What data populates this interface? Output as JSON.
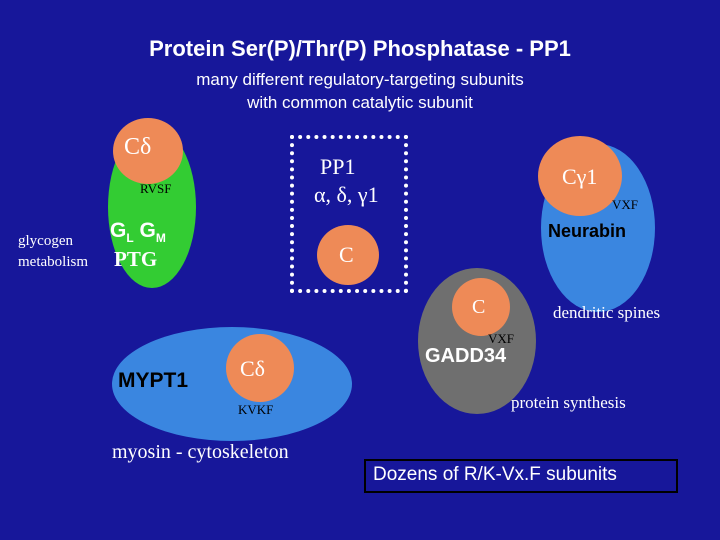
{
  "title": "Protein Ser(P)/Thr(P) Phosphatase -  PP1",
  "subtitle_line1": "many different regulatory-targeting subunits",
  "subtitle_line2": "with common catalytic subunit",
  "catalytic": {
    "name": "PP1",
    "isoforms": "α, δ, γ1",
    "label": "C"
  },
  "glycogen_group": {
    "c_label": "Cδ",
    "motif": "RVSF",
    "gl": "G",
    "gl_sub": "L",
    "gm": "G",
    "gm_sub": "M",
    "ptg": "PTG",
    "context_line1": "glycogen",
    "context_line2": "metabolism"
  },
  "neurabin_group": {
    "c_label": "Cγ1",
    "motif": "VXF",
    "name": "Neurabin",
    "context": "dendritic spines"
  },
  "gadd34_group": {
    "c_label": "C",
    "motif": "VXF",
    "name": "GADD34",
    "context": "protein synthesis"
  },
  "mypt1_group": {
    "name": "MYPT1",
    "c_label": "Cδ",
    "motif": "KVKF",
    "context": "myosin - cytoskeleton"
  },
  "footer_box": "Dozens of R/K-Vx.F subunits",
  "colors": {
    "background": "#17179a",
    "catalytic_orange": "#ee8a57",
    "green": "#33cc33",
    "blue": "#3a86e0",
    "gray": "#6f6f6f"
  }
}
